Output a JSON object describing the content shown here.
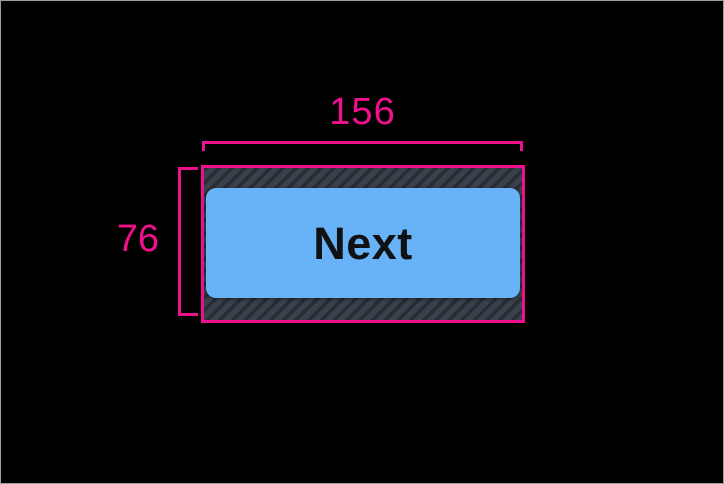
{
  "annotation": {
    "width_label": "156",
    "height_label": "76"
  },
  "button": {
    "label": "Next"
  },
  "colors": {
    "bg": "#000000",
    "frame": "#9c9c9c",
    "accent_pink": "#f0108e",
    "button_blue": "#68b3f7",
    "button_text": "#101114",
    "hatch_bg": "#3a414b",
    "hatch_stripe": "#272c35"
  }
}
